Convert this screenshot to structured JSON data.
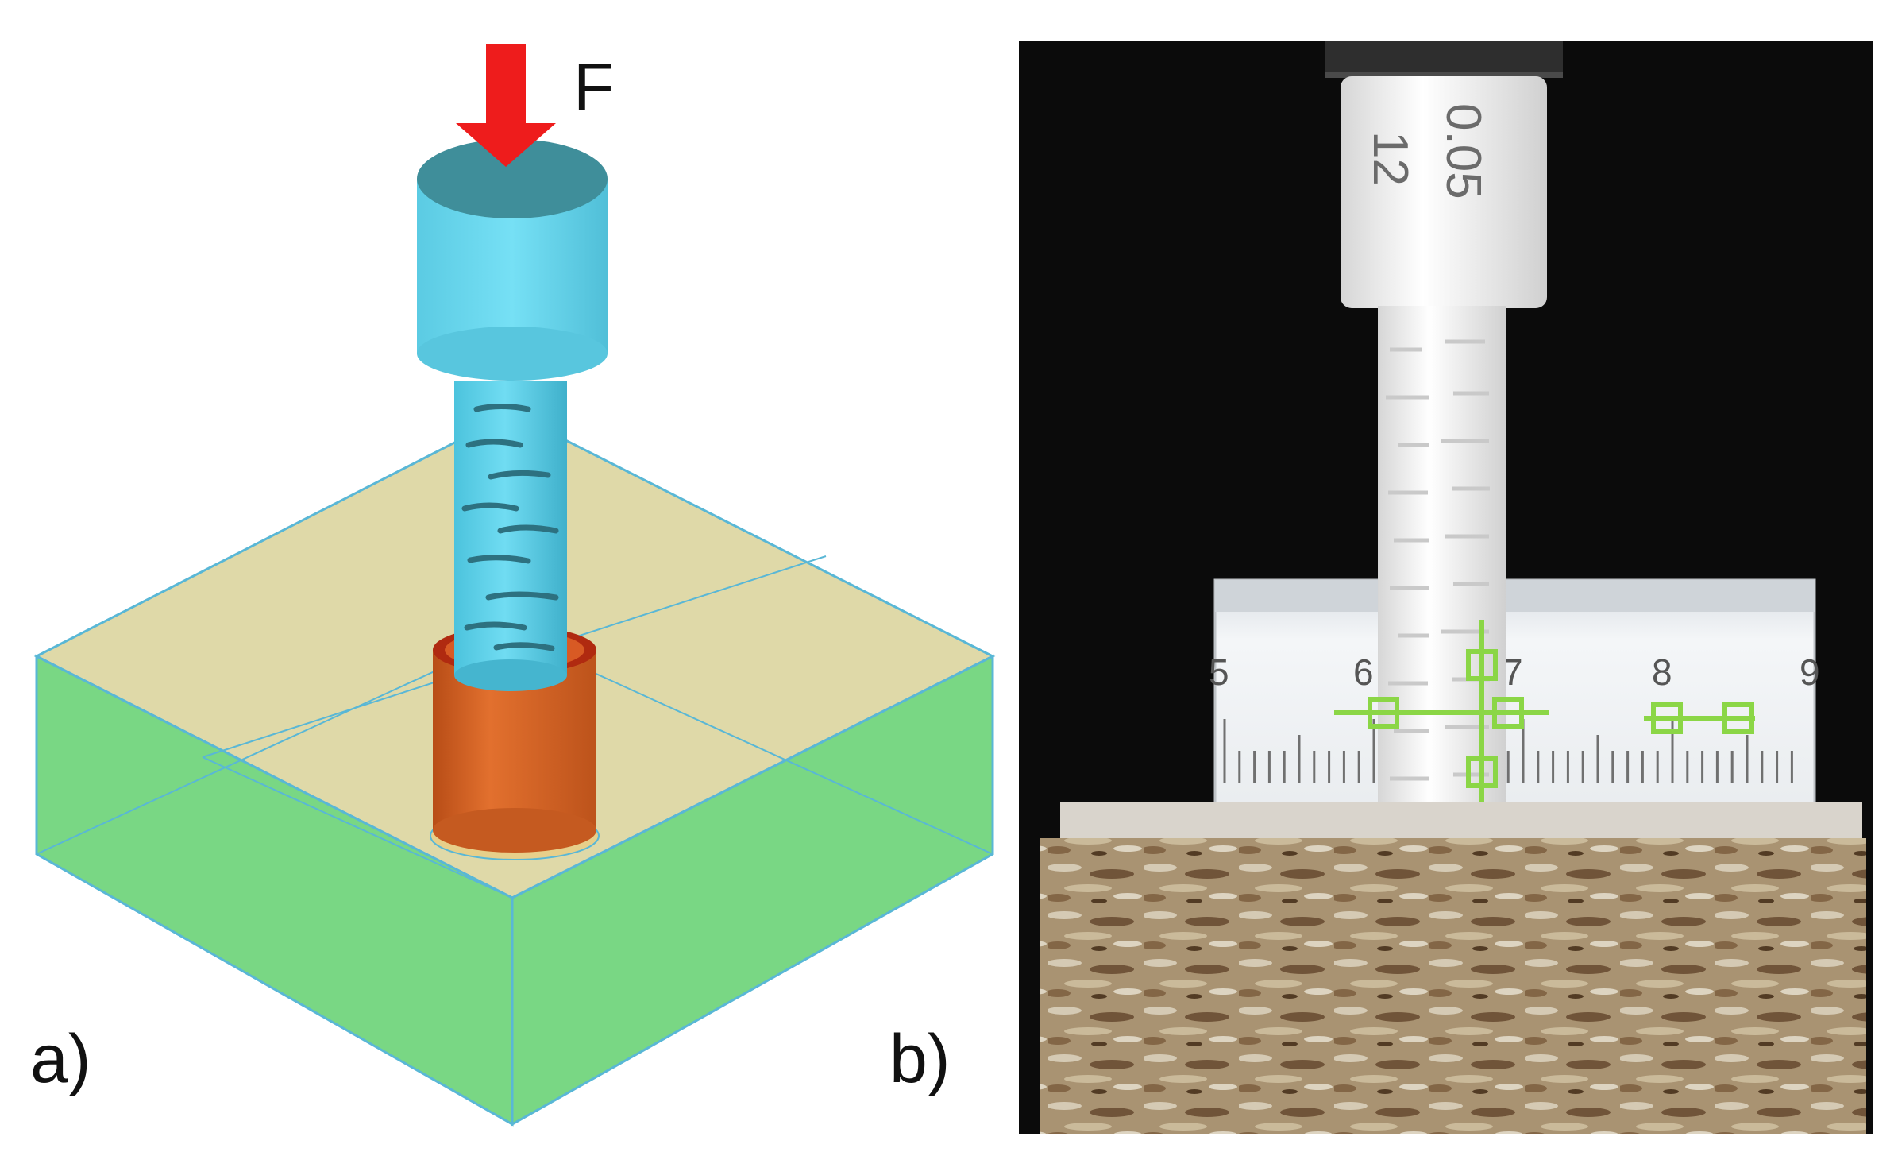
{
  "panels": {
    "a": {
      "label": "a)"
    },
    "b": {
      "label": "b)"
    }
  },
  "diagram": {
    "force_label": "F",
    "colors": {
      "force_arrow": "#ee1c1c",
      "indenter": "#5fd2ea",
      "indenter_top": "#3f8e9a",
      "sleeve": "#d35f22",
      "block_top": "#dfd9a8",
      "block_sides": "#79d784",
      "block_edges": "#59b7d6"
    }
  },
  "photo": {
    "specimen_text": [
      "0.05",
      "12"
    ],
    "ruler_numbers": [
      "5",
      "6",
      "7",
      "8",
      "9"
    ],
    "colors": {
      "background": "#0b0b0b",
      "specimen": "#f3f3f3",
      "markers": "#8bd646",
      "board": "#b59c78"
    }
  }
}
